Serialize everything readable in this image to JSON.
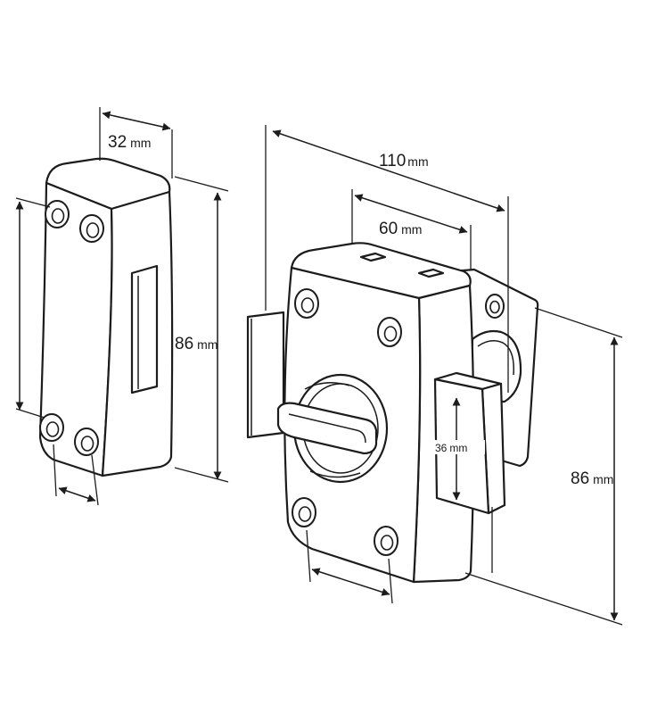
{
  "dimensions": {
    "keep_width": {
      "value": "32",
      "unit": "mm"
    },
    "keep_height": {
      "value": "86",
      "unit": "mm"
    },
    "body_width": {
      "value": "110",
      "unit": "mm"
    },
    "body_depth": {
      "value": "60",
      "unit": "mm"
    },
    "bolt_height": {
      "value": "36",
      "unit": "mm"
    },
    "body_height": {
      "value": "86",
      "unit": "mm"
    }
  },
  "colors": {
    "line": "#1c1c1c",
    "background": "#ffffff"
  }
}
